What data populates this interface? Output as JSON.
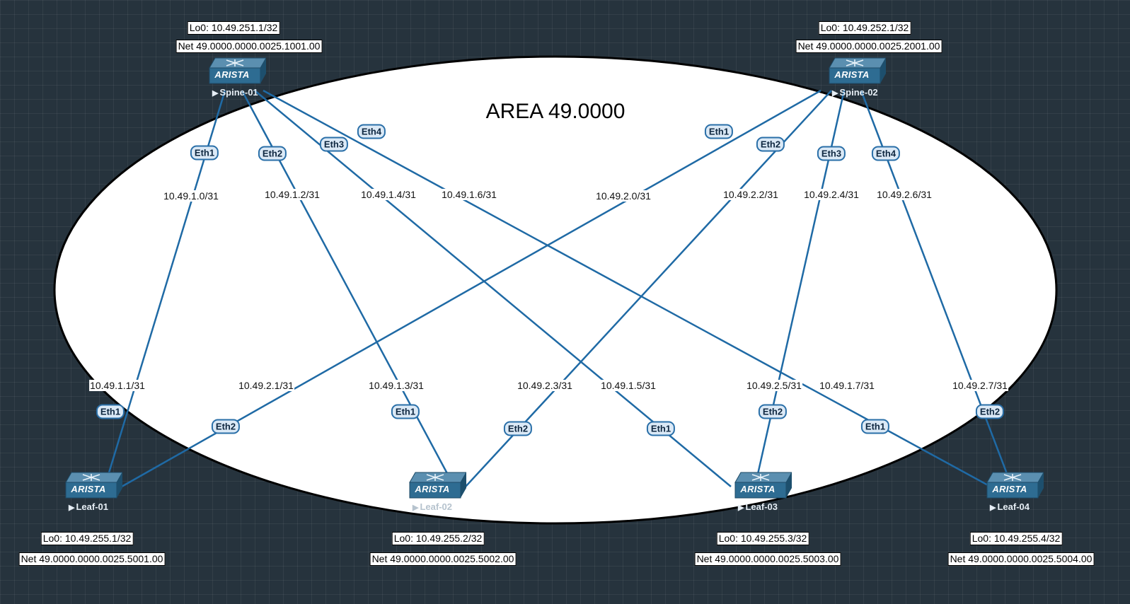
{
  "area": {
    "title": "AREA 49.0000"
  },
  "spines": [
    {
      "name": "Spine-01",
      "brand": "ARISTA",
      "lo0": "Lo0: 10.49.251.1/32",
      "net": "Net 49.0000.0000.0025.1001.00"
    },
    {
      "name": "Spine-02",
      "brand": "ARISTA",
      "lo0": "Lo0: 10.49.252.1/32",
      "net": "Net 49.0000.0000.0025.2001.00"
    }
  ],
  "leaves": [
    {
      "name": "Leaf-01",
      "brand": "ARISTA",
      "lo0": "Lo0: 10.49.255.1/32",
      "net": "Net 49.0000.0000.0025.5001.00"
    },
    {
      "name": "Leaf-02",
      "brand": "ARISTA",
      "lo0": "Lo0: 10.49.255.2/32",
      "net": "Net 49.0000.0000.0025.5002.00"
    },
    {
      "name": "Leaf-03",
      "brand": "ARISTA",
      "lo0": "Lo0: 10.49.255.3/32",
      "net": "Net 49.0000.0000.0025.5003.00"
    },
    {
      "name": "Leaf-04",
      "brand": "ARISTA",
      "lo0": "Lo0: 10.49.255.4/32",
      "net": "Net 49.0000.0000.0025.5004.00"
    }
  ],
  "links": [
    {
      "spine": "Spine-01",
      "spine_port": "Eth1",
      "spine_ip": "10.49.1.0/31",
      "leaf": "Leaf-01",
      "leaf_port": "Eth1",
      "leaf_ip": "10.49.1.1/31"
    },
    {
      "spine": "Spine-01",
      "spine_port": "Eth2",
      "spine_ip": "10.49.1.2/31",
      "leaf": "Leaf-02",
      "leaf_port": "Eth1",
      "leaf_ip": "10.49.1.3/31"
    },
    {
      "spine": "Spine-01",
      "spine_port": "Eth3",
      "spine_ip": "10.49.1.4/31",
      "leaf": "Leaf-03",
      "leaf_port": "Eth1",
      "leaf_ip": "10.49.1.5/31"
    },
    {
      "spine": "Spine-01",
      "spine_port": "Eth4",
      "spine_ip": "10.49.1.6/31",
      "leaf": "Leaf-04",
      "leaf_port": "Eth1",
      "leaf_ip": "10.49.1.7/31"
    },
    {
      "spine": "Spine-02",
      "spine_port": "Eth1",
      "spine_ip": "10.49.2.0/31",
      "leaf": "Leaf-01",
      "leaf_port": "Eth2",
      "leaf_ip": "10.49.2.1/31"
    },
    {
      "spine": "Spine-02",
      "spine_port": "Eth2",
      "spine_ip": "10.49.2.2/31",
      "leaf": "Leaf-02",
      "leaf_port": "Eth2",
      "leaf_ip": "10.49.2.3/31"
    },
    {
      "spine": "Spine-02",
      "spine_port": "Eth3",
      "spine_ip": "10.49.2.4/31",
      "leaf": "Leaf-03",
      "leaf_port": "Eth2",
      "leaf_ip": "10.49.2.5/31"
    },
    {
      "spine": "Spine-02",
      "spine_port": "Eth4",
      "spine_ip": "10.49.2.6/31",
      "leaf": "Leaf-04",
      "leaf_port": "Eth2",
      "leaf_ip": "10.49.2.7/31"
    }
  ],
  "colors": {
    "background": "#26333d",
    "link": "#1f6aa5",
    "area_fill": "#ffffff",
    "area_stroke": "#000000"
  }
}
